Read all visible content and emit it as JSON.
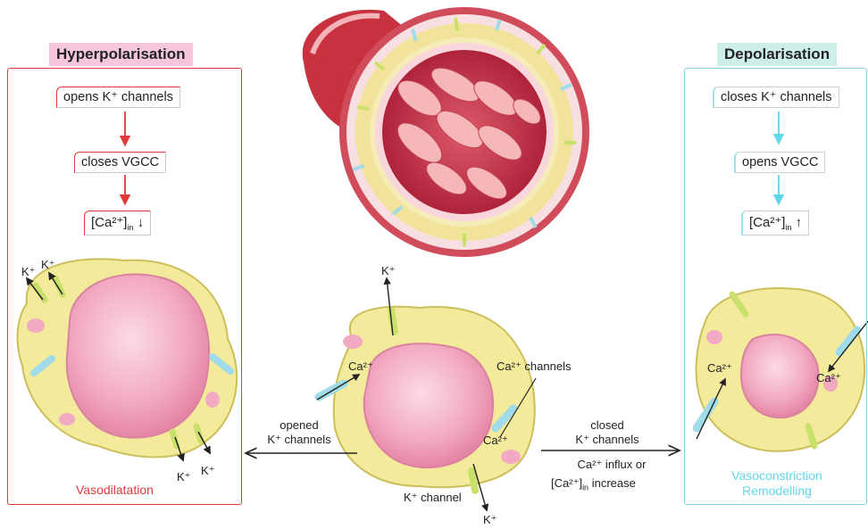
{
  "hyper": {
    "title": "Hyperpolarisation",
    "step1": "opens K⁺ channels",
    "step2": "closes VGCC",
    "step3_ca": "Ca²⁺",
    "step3_sub": "in",
    "ion_label": "K⁺",
    "result": "Vasodilatation"
  },
  "depol": {
    "title": "Depolarisation",
    "step1": "closes K⁺ channels",
    "step2": "opens VGCC",
    "step3_ca": "Ca²⁺",
    "step3_sub": "in",
    "ca_label": "Ca²⁺",
    "result_line1": "Vasoconstriction",
    "result_line2": "Remodelling"
  },
  "center": {
    "k_top": "K⁺",
    "k_bottom": "K⁺",
    "ca_left": "Ca²⁺",
    "ca_right": "Ca²⁺",
    "ca_channels": "Ca²⁺ channels",
    "k_channel": "K⁺ channel"
  },
  "arrows": {
    "left_line1": "opened",
    "left_line2": "K⁺ channels",
    "right_line1": "closed",
    "right_line2": "K⁺ channels",
    "right_line3": "Ca²⁺ influx or",
    "right_ca": "Ca²⁺",
    "right_sub": "in",
    "right_suffix": "increase"
  },
  "colors": {
    "hyper_accent": "#e03a3a",
    "depol_accent": "#5fd8e8",
    "cell_membrane": "#f3ea9c",
    "nucleus": "#f2a9c2"
  }
}
